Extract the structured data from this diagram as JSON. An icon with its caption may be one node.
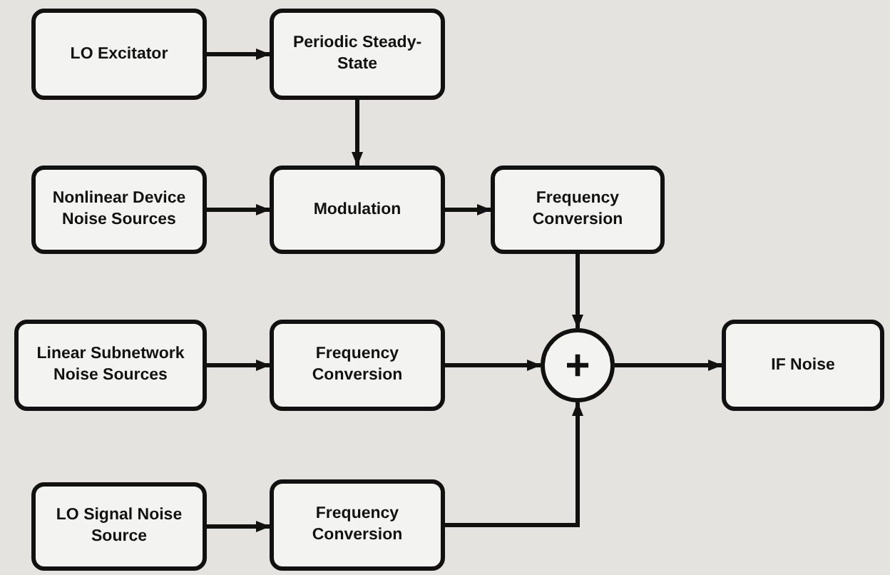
{
  "diagram": {
    "nodes": [
      {
        "text": [
          "LO Excitator"
        ]
      },
      {
        "text": [
          "Periodic Steady-State"
        ]
      },
      {
        "text": [
          "Nonlinear Device Noise Sources"
        ]
      },
      {
        "text": [
          "Modulation"
        ]
      },
      {
        "text": [
          "Frequency Conversion"
        ]
      },
      {
        "text": [
          "Linear Subnetwork Noise Sources"
        ]
      },
      {
        "text": [
          "Frequency Conversion"
        ]
      },
      {
        "text": [
          "+"
        ]
      },
      {
        "text": [
          "IF Noise"
        ]
      },
      {
        "text": [
          "LO Signal Noise Source"
        ]
      },
      {
        "text": [
          "Frequency Conversion"
        ]
      }
    ],
    "edges": [
      {
        "from": 0,
        "to": 1,
        "arrow": "to"
      },
      {
        "from": 1,
        "to": 3,
        "arrow": "to"
      },
      {
        "from": 2,
        "to": 3,
        "arrow": "to"
      },
      {
        "from": 3,
        "to": 4,
        "arrow": "to"
      },
      {
        "from": 4,
        "to": 7,
        "arrow": "to"
      },
      {
        "from": 5,
        "to": 6,
        "arrow": "to"
      },
      {
        "from": 6,
        "to": 7,
        "arrow": "to"
      },
      {
        "from": 7,
        "to": 8,
        "arrow": "to"
      },
      {
        "from": 9,
        "to": 10,
        "arrow": "to"
      },
      {
        "from": 10,
        "to": 7,
        "arrow": "to"
      }
    ]
  }
}
